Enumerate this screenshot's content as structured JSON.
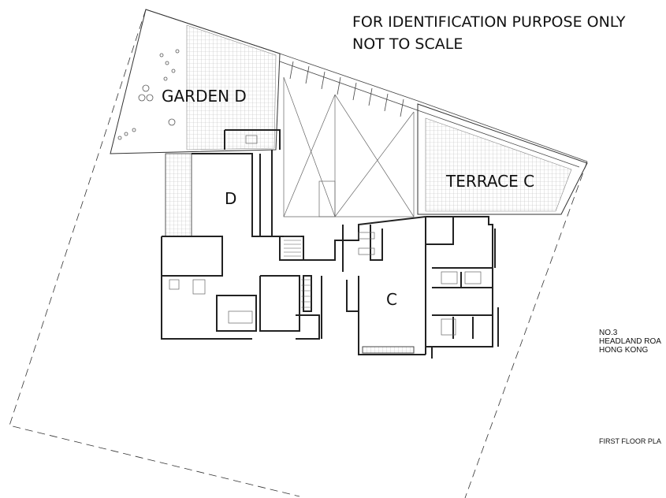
{
  "notice": {
    "line1": "FOR IDENTIFICATION PURPOSE ONLY",
    "line2": "NOT TO SCALE"
  },
  "areas": {
    "garden": "GARDEN  D",
    "terrace": "TERRACE  C",
    "unit_d": "D",
    "unit_c": "C"
  },
  "address": {
    "line1": "NO.3",
    "line2": "HEADLAND ROA",
    "line3": "HONG KONG"
  },
  "plan_title": "FIRST FLOOR PLA"
}
